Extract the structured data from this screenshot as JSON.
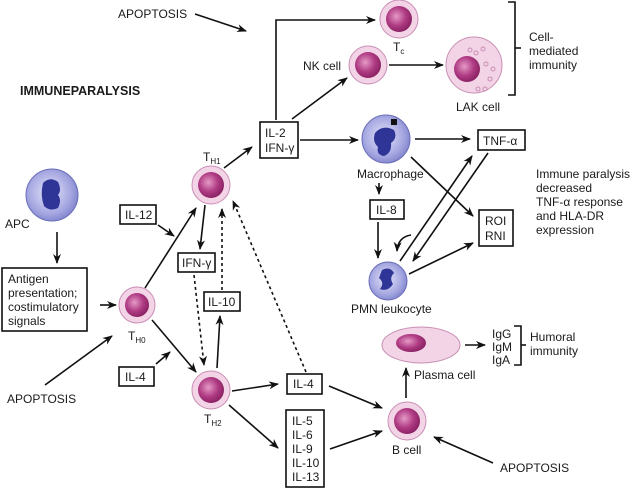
{
  "title": "IMMUNEPARALYSIS",
  "apoptosis_label": "APOPTOSIS",
  "cells": {
    "apc": "APC",
    "th0": {
      "main": "T",
      "sub": "H0"
    },
    "th1": {
      "main": "T",
      "sub": "H1"
    },
    "th2": {
      "main": "T",
      "sub": "H2"
    },
    "tc": {
      "main": "T",
      "sub": "c"
    },
    "nk": "NK cell",
    "lak": "LAK cell",
    "macrophage": "Macrophage",
    "pmn": "PMN leukocyte",
    "plasma": "Plasma cell",
    "bcell": "B cell"
  },
  "boxes": {
    "antigen": [
      "Antigen",
      "presentation;",
      "costimulatory",
      "signals"
    ],
    "il12": "IL-12",
    "il4_left": "IL-4",
    "il2_ifn": [
      "IL-2",
      "IFN-γ"
    ],
    "ifn": "IFN-γ",
    "il10": "IL-10",
    "il4_right": "IL-4",
    "il_multi": [
      "IL-5",
      "IL-6",
      "IL-9",
      "IL-10",
      "IL-13"
    ],
    "il8": "IL-8",
    "tnf": "TNF-α",
    "roi": [
      "ROI",
      "RNI"
    ]
  },
  "annotations": {
    "cell_mediated": [
      "Cell-",
      "mediated",
      "immunity"
    ],
    "immune_paralysis": [
      "Immune paralysis",
      "decreased",
      "TNF-α response",
      "and HLA-DR",
      "expression"
    ],
    "antibodies": [
      "IgG",
      "IgM",
      "IgA"
    ],
    "humoral": [
      "Humoral",
      "immunity"
    ]
  },
  "colors": {
    "lymph_outer": "#f3d3e6",
    "lymph_inner": "#a8307a",
    "myeloid": "#8c8fd6",
    "myeloid_nucleus": "#2f3596"
  }
}
